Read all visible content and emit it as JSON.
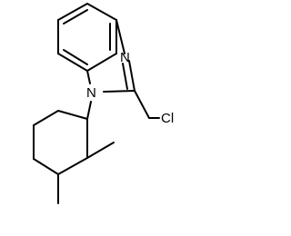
{
  "molecule": {
    "atoms": {
      "nitrogen_imine": "N",
      "nitrogen_substituted": "N",
      "chlorine": "Cl"
    }
  },
  "colors": {
    "bond": "#000000",
    "label": "#000000",
    "background": "#ffffff"
  }
}
